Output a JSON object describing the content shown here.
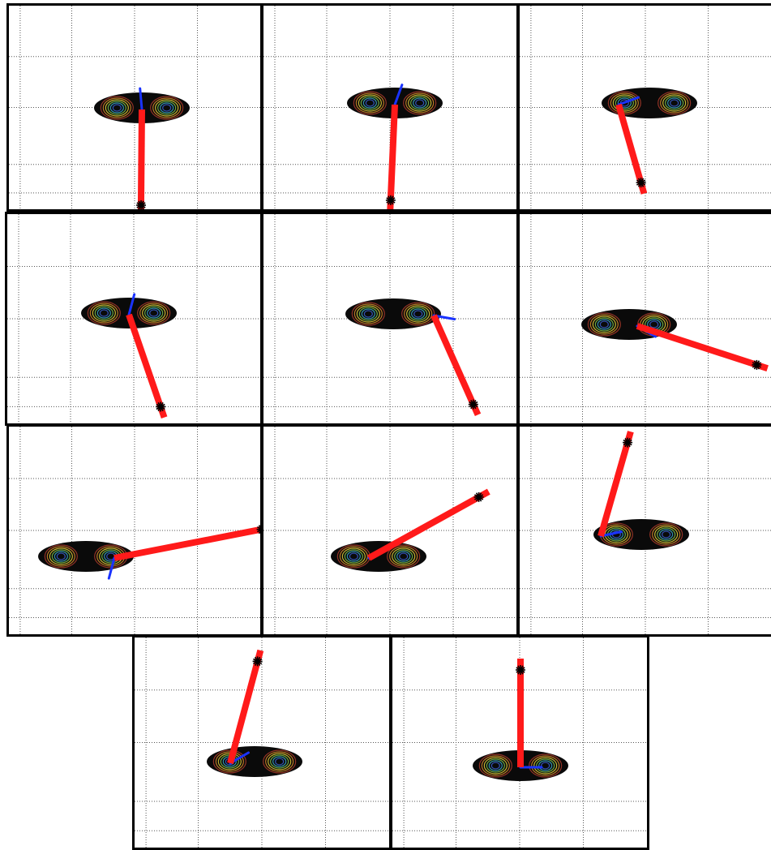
{
  "figure": {
    "colors": {
      "frame_border": "#000000",
      "background": "#ffffff",
      "grid": "#555555",
      "pendulum_rod": "#ff1a1a",
      "ellipse_body": "#0a0a0a",
      "direction_marker": "#1a33ff",
      "tip_marker": "#000000"
    },
    "snapshots": [
      {
        "index": 1,
        "rod_tilt_deg": 0.5,
        "marker_deg": -95
      },
      {
        "index": 2,
        "rod_tilt_deg": 2.5,
        "marker_deg": -70
      },
      {
        "index": 3,
        "rod_tilt_deg": -16,
        "marker_deg": -20
      },
      {
        "index": 4,
        "rod_tilt_deg": -19,
        "marker_deg": -75
      },
      {
        "index": 5,
        "rod_tilt_deg": -24,
        "marker_deg": 10
      },
      {
        "index": 6,
        "rod_tilt_deg": -72,
        "marker_deg": 30
      },
      {
        "index": 7,
        "rod_tilt_deg": -101,
        "marker_deg": 105
      },
      {
        "index": 8,
        "rod_tilt_deg": -119,
        "marker_deg": -25
      },
      {
        "index": 9,
        "rod_tilt_deg": -164,
        "marker_deg": -12
      },
      {
        "index": 10,
        "rod_tilt_deg": -165,
        "marker_deg": -30
      },
      {
        "index": 11,
        "rod_tilt_deg": 180,
        "marker_deg": 0
      }
    ]
  }
}
